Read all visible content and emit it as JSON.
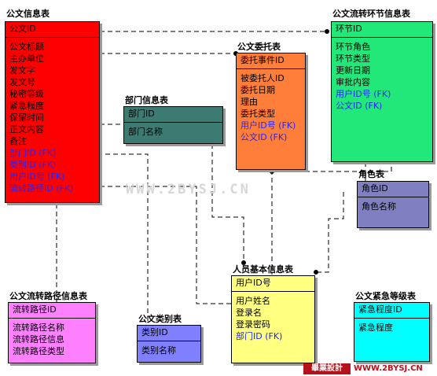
{
  "entities": {
    "doc": {
      "title": "公文信息表",
      "pk": "公文ID",
      "attrs": [
        "公文标题",
        "主办单位",
        "发文字",
        "发文号",
        "秘密等级",
        "紧急程度",
        "保留时间",
        "正文内容",
        "备注"
      ],
      "fks": [
        "部门ID (FK)",
        "类别ID (FK)",
        "用户ID号 (FK)",
        "流转路径ID (FK)"
      ],
      "color": "#ff0000"
    },
    "flow_node": {
      "title": "公文流转环节信息表",
      "pk": "环节ID",
      "attrs": [
        "环节角色",
        "环节类型",
        "更新日期",
        "审批内容"
      ],
      "fks": [
        "用户ID号 (FK)",
        "公文ID (FK)"
      ],
      "color": "#22e87a"
    },
    "delegate": {
      "title": "公文委托表",
      "pk": "委托事件ID",
      "attrs": [
        "被委托人ID",
        "委托日期",
        "理由",
        "委托类型"
      ],
      "fks": [
        "用户ID号 (FK)",
        "公文ID (FK)"
      ],
      "color": "#ff7f3a"
    },
    "dept": {
      "title": "部门信息表",
      "pk": "部门ID",
      "attrs": [
        "部门名称"
      ],
      "fks": [],
      "color": "#3c7a72"
    },
    "role": {
      "title": "角色表",
      "pk": "角色ID",
      "attrs": [
        "角色名称"
      ],
      "fks": [],
      "color": "#8080c0"
    },
    "user": {
      "title": "人员基本信息表",
      "pk": "用户ID号",
      "attrs": [
        "用户姓名",
        "登录名",
        "登录密码"
      ],
      "fks": [
        "部门ID (FK)"
      ],
      "color": "#ffff80"
    },
    "route": {
      "title": "公文流转路径信息表",
      "pk": "流转路径ID",
      "attrs": [
        "流转路径名称",
        "流转路径信息",
        "流转路径类型"
      ],
      "fks": [],
      "color": "#ff80ff"
    },
    "category": {
      "title": "公文类别表",
      "pk": "类别ID",
      "attrs": [
        "类别名称"
      ],
      "fks": [],
      "color": "#8080ff"
    },
    "urgency": {
      "title": "公文紧急等级表",
      "pk": "紧急程度ID",
      "attrs": [
        "紧急程度"
      ],
      "fks": [],
      "color": "#00ffff"
    }
  },
  "watermark": "WWW.2BYSJ.CN",
  "footer": {
    "badge": "畢業設計",
    "site": "WWW.2BYSJ.CN"
  }
}
